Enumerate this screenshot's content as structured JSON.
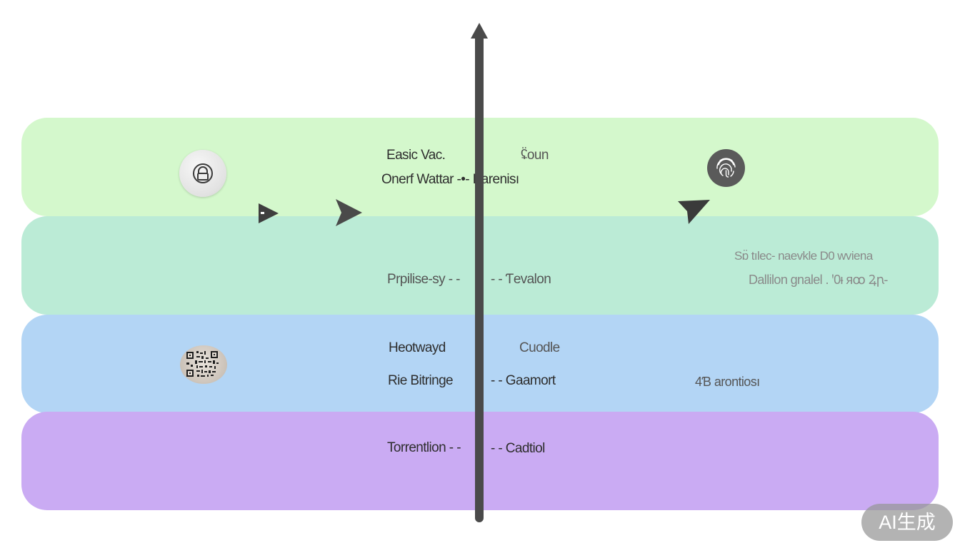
{
  "diagram": {
    "bands": [
      {
        "color": "#d4f8cc",
        "labels": [
          "Easic Vac.",
          "ʢ̈oun",
          "Onerf Wattar -•- Earenisı"
        ]
      },
      {
        "color": "#bbebd6",
        "labels": [
          "Prpilise-sy - -",
          "- - Ƭevalon",
          "Sɒ̈ tılec- naevkle D0 wviena",
          "Dallilon gnalel . ꞌ0ᵼ ᴙꝏ Ꝝꞃ-"
        ]
      },
      {
        "color": "#b3d5f5",
        "labels": [
          "Heotwayd",
          "Cuodle",
          "Rie Bitringe",
          "- - Gaamort",
          "4Ɓ arontiosı"
        ]
      },
      {
        "color": "#caabf3",
        "labels": [
          "Torrentlion - -",
          "- - Cadtiol"
        ]
      }
    ],
    "icons": {
      "lock": "lock-icon",
      "fingerprint": "fingerprint-icon",
      "qr": "qr-code-icon",
      "arrow_color": "#4a4a4a"
    }
  },
  "watermark": {
    "text": "AI生成"
  }
}
